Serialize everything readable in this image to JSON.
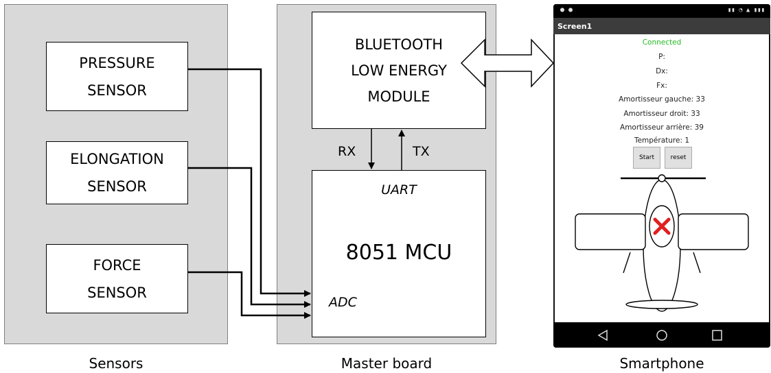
{
  "panels": {
    "sensors": {
      "caption": "Sensors"
    },
    "master": {
      "caption": "Master board"
    },
    "phone": {
      "caption": "Smartphone"
    }
  },
  "sensors": {
    "pressure": [
      "PRESSURE",
      "SENSOR"
    ],
    "elongation": [
      "ELONGATION",
      "SENSOR"
    ],
    "force": [
      "FORCE",
      "SENSOR"
    ]
  },
  "master": {
    "ble": [
      "BLUETOOTH",
      "LOW ENERGY",
      "MODULE"
    ],
    "mcu_uart": "UART",
    "mcu_title": "8051 MCU",
    "mcu_adc": "ADC",
    "rx": "RX",
    "tx": "TX"
  },
  "phone_screen": {
    "title_bar": "Screen1",
    "lines": [
      "Connected",
      "P:",
      "Dx:",
      "Fx:",
      "Amortisseur gauche: 33",
      "Amortisseur droit: 33",
      "Amortisseur arrière: 39",
      "Température: 1"
    ],
    "buttons": [
      "Start",
      "reset"
    ]
  },
  "colors": {
    "panel": "#d9d9d9",
    "connected": "#22bb22",
    "marker": "#e02020"
  }
}
